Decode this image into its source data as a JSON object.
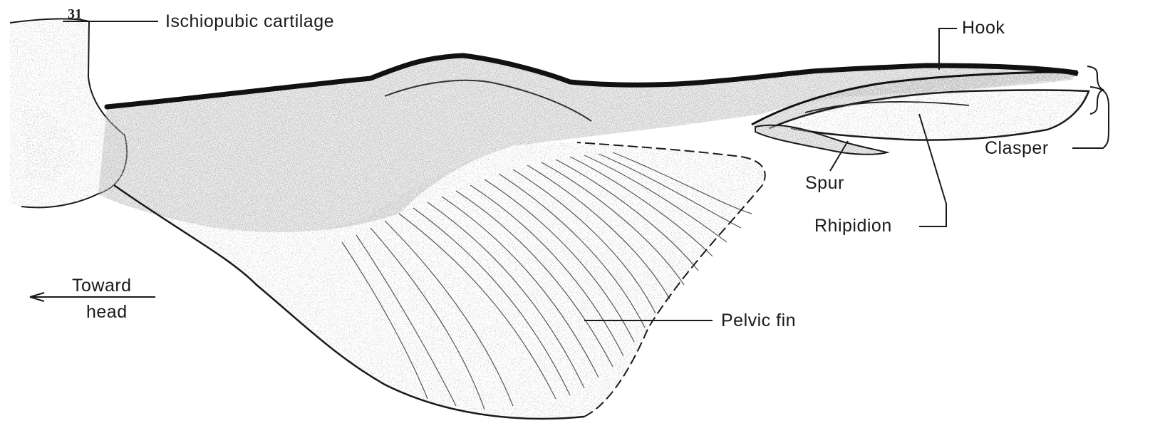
{
  "figure": {
    "figure_number": "31",
    "labels": {
      "ischiopubic": "Ischiopubic cartilage",
      "hook": "Hook",
      "clasper": "Clasper",
      "spur": "Spur",
      "rhipidion": "Rhipidion",
      "pelvic_fin": "Pelvic fin",
      "toward_line1": "Toward",
      "toward_line2": "head"
    },
    "colors": {
      "ink": "#1a1a1a",
      "paper": "#ffffff"
    }
  }
}
